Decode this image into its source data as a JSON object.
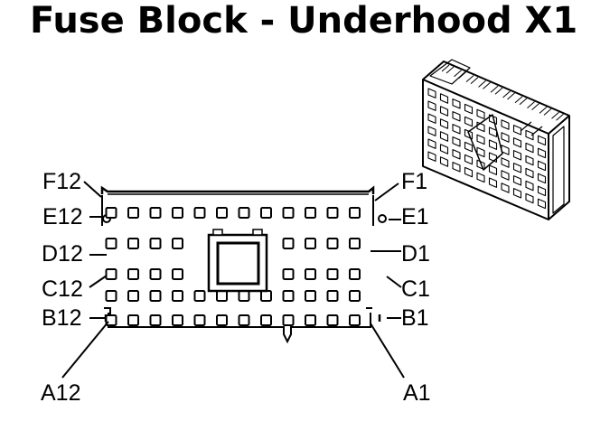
{
  "title": "Fuse Block - Underhood X1",
  "labels_left": [
    "F12",
    "E12",
    "D12",
    "C12",
    "B12",
    "A12"
  ],
  "labels_right": [
    "F1",
    "E1",
    "D1",
    "C1",
    "B1",
    "A1"
  ],
  "connector": {
    "rows": [
      "F",
      "E",
      "D",
      "C",
      "B",
      "A"
    ],
    "columns": 12
  }
}
